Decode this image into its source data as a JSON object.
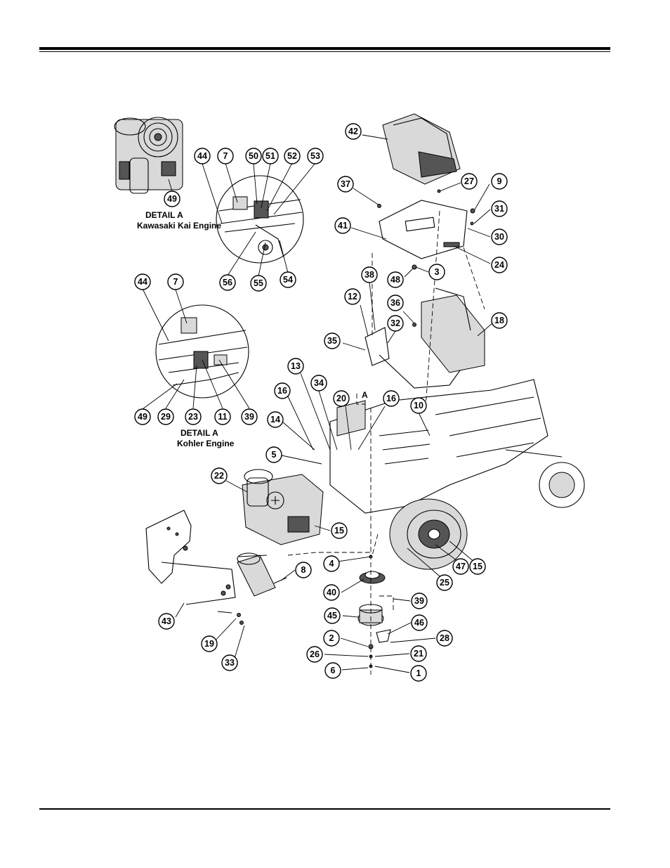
{
  "captions": {
    "detail_kawasaki_line1": "DETAIL A",
    "detail_kawasaki_line2": "Kawasaki Kai Engine",
    "detail_kohler_line1": "DETAIL A",
    "detail_kohler_line2": "Kohler Engine",
    "detail_marker": "A"
  },
  "callouts": {
    "kaw_44": "44",
    "kaw_7": "7",
    "kaw_50": "50",
    "kaw_51": "51",
    "kaw_52": "52",
    "kaw_53": "53",
    "kaw_49": "49",
    "kaw_56": "56",
    "kaw_55": "55",
    "kaw_54": "54",
    "koh_44": "44",
    "koh_7": "7",
    "koh_49": "49",
    "koh_29": "29",
    "koh_23": "23",
    "koh_11": "11",
    "koh_39": "39",
    "seat_42": "42",
    "seat_37": "37",
    "seat_27": "27",
    "seat_9": "9",
    "seat_31": "31",
    "seat_41": "41",
    "seat_30": "30",
    "seat_24": "24",
    "seat_48": "48",
    "seat_3": "3",
    "c38": "38",
    "c12": "12",
    "c36": "36",
    "c32": "32",
    "c35": "35",
    "c18": "18",
    "c13": "13",
    "c34": "34",
    "c16a": "16",
    "c20": "20",
    "c16b": "16",
    "c10": "10",
    "c14": "14",
    "c5": "5",
    "c22": "22",
    "c15a": "15",
    "c4": "4",
    "c8": "8",
    "c40": "40",
    "c39": "39",
    "c45": "45",
    "c46": "46",
    "c2": "2",
    "c28": "28",
    "c26": "26",
    "c21": "21",
    "c6": "6",
    "c1": "1",
    "c43": "43",
    "c19": "19",
    "c33": "33",
    "c25": "25",
    "c47": "47",
    "c15b": "15"
  }
}
